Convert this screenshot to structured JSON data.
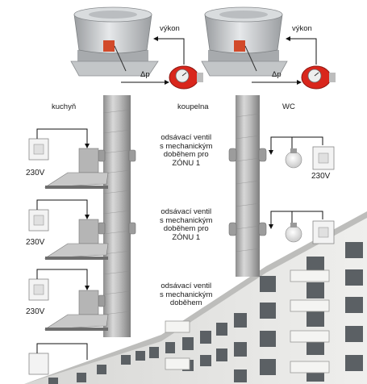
{
  "labels": {
    "vykon_left": "výkon",
    "vykon_right": "výkon",
    "dp_left": "Δp",
    "dp_right": "Δp",
    "kuchyn": "kuchyň",
    "koupelna": "koupelna",
    "wc": "WC",
    "volt_1": "230V",
    "volt_2": "230V",
    "volt_3": "230V",
    "volt_wc": "230V"
  },
  "ventil_1": [
    "odsávací ventil",
    "s mechanickým",
    "doběhem pro",
    "ZÓNU 1"
  ],
  "ventil_2": [
    "odsávací ventil",
    "s mechanickým",
    "doběhem pro",
    "ZÓNU 1"
  ],
  "ventil_3": [
    "odsávací ventil",
    "s mechanickým",
    "doběhem"
  ],
  "colors": {
    "duct": "#b9b9b9",
    "fan_body": "#cfd2d4",
    "sensor_red": "#d9261c",
    "building": "#e4e4e2",
    "window": "#5a5f62"
  }
}
